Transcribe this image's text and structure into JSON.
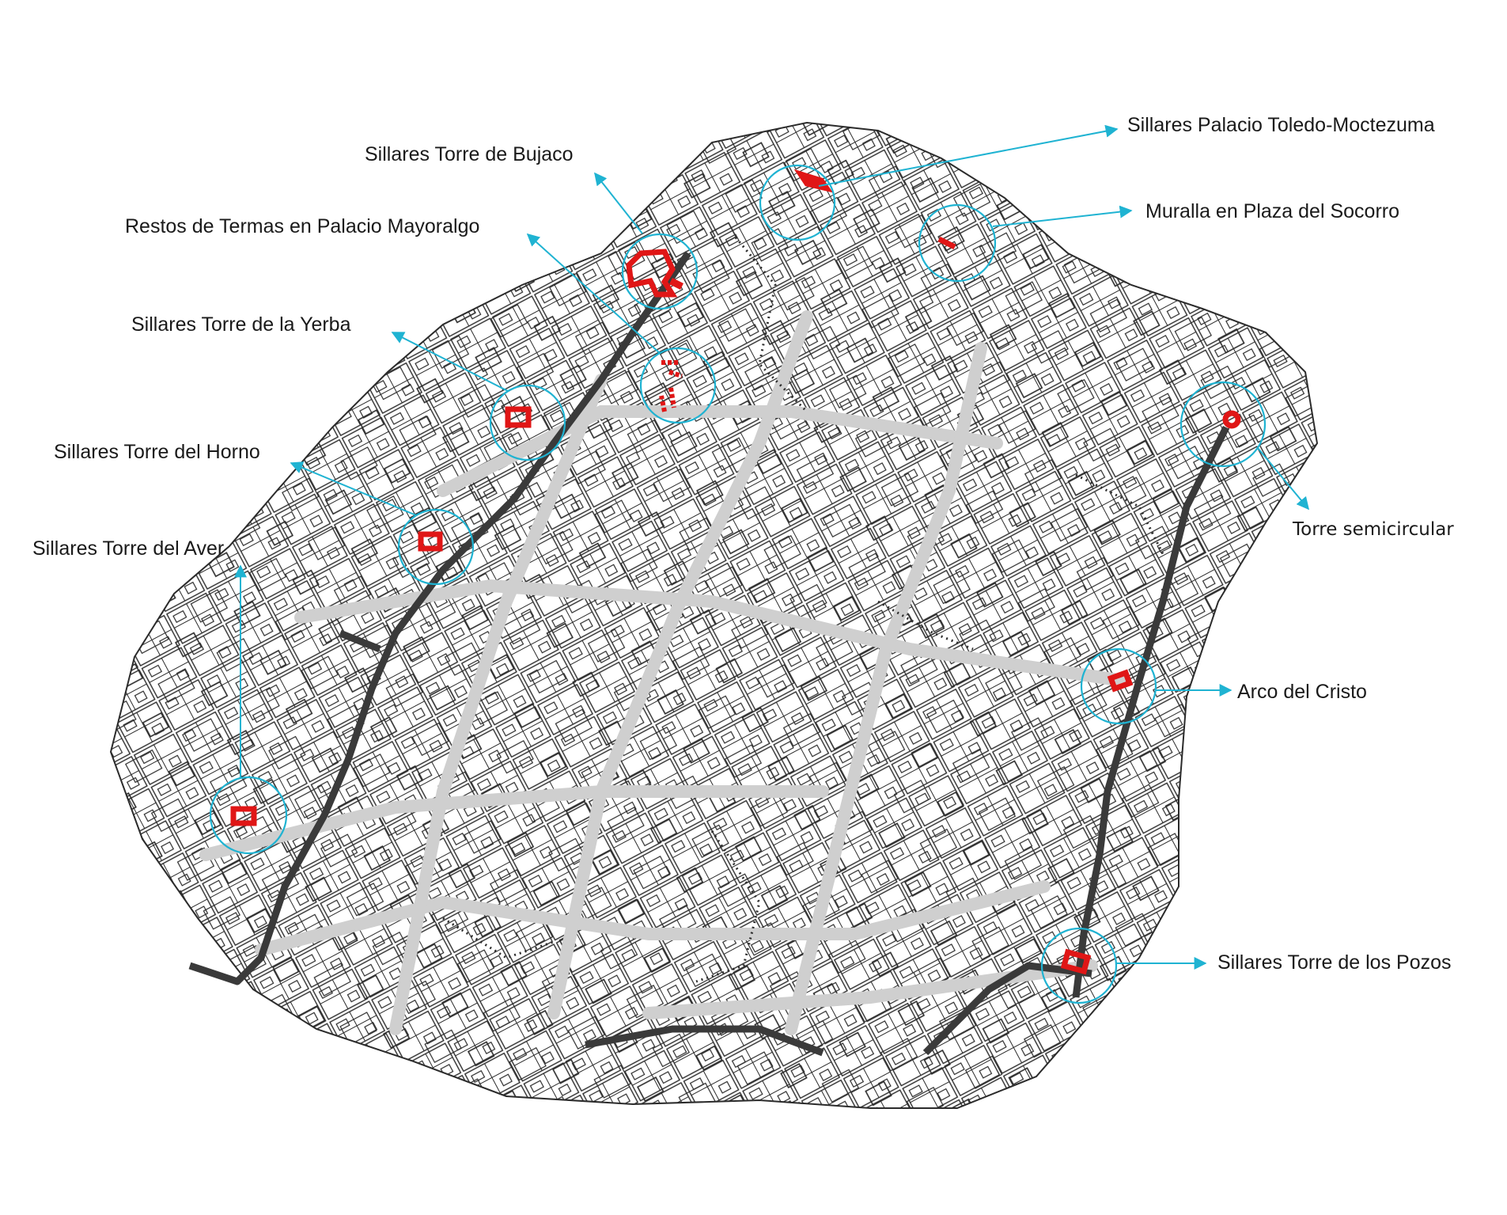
{
  "colors": {
    "circle": "#1fb3d2",
    "arrow": "#1fb3d2",
    "remains": "#e01616",
    "wall": "#3a3a3a",
    "building": "#2b2b2b",
    "street": "#bdbdbd"
  },
  "annotations": [
    {
      "id": "palacio-toledo",
      "label": "Sillares Palacio Toledo-Moctezuma"
    },
    {
      "id": "torre-bujaco",
      "label": "Sillares Torre de Bujaco"
    },
    {
      "id": "plaza-socorro",
      "label": "Muralla en Plaza del Socorro"
    },
    {
      "id": "termas-mayoralgo",
      "label": "Restos de Termas en Palacio Mayoralgo"
    },
    {
      "id": "torre-yerba",
      "label": "Sillares Torre de la Yerba"
    },
    {
      "id": "torre-horno",
      "label": "Sillares Torre del Horno"
    },
    {
      "id": "torre-semicircular",
      "label": "Torre semicircular"
    },
    {
      "id": "torre-aver",
      "label": "Sillares Torre del Aver"
    },
    {
      "id": "arco-cristo",
      "label": "Arco del Cristo"
    },
    {
      "id": "torre-pozos",
      "label": "Sillares Torre de los Pozos"
    }
  ]
}
